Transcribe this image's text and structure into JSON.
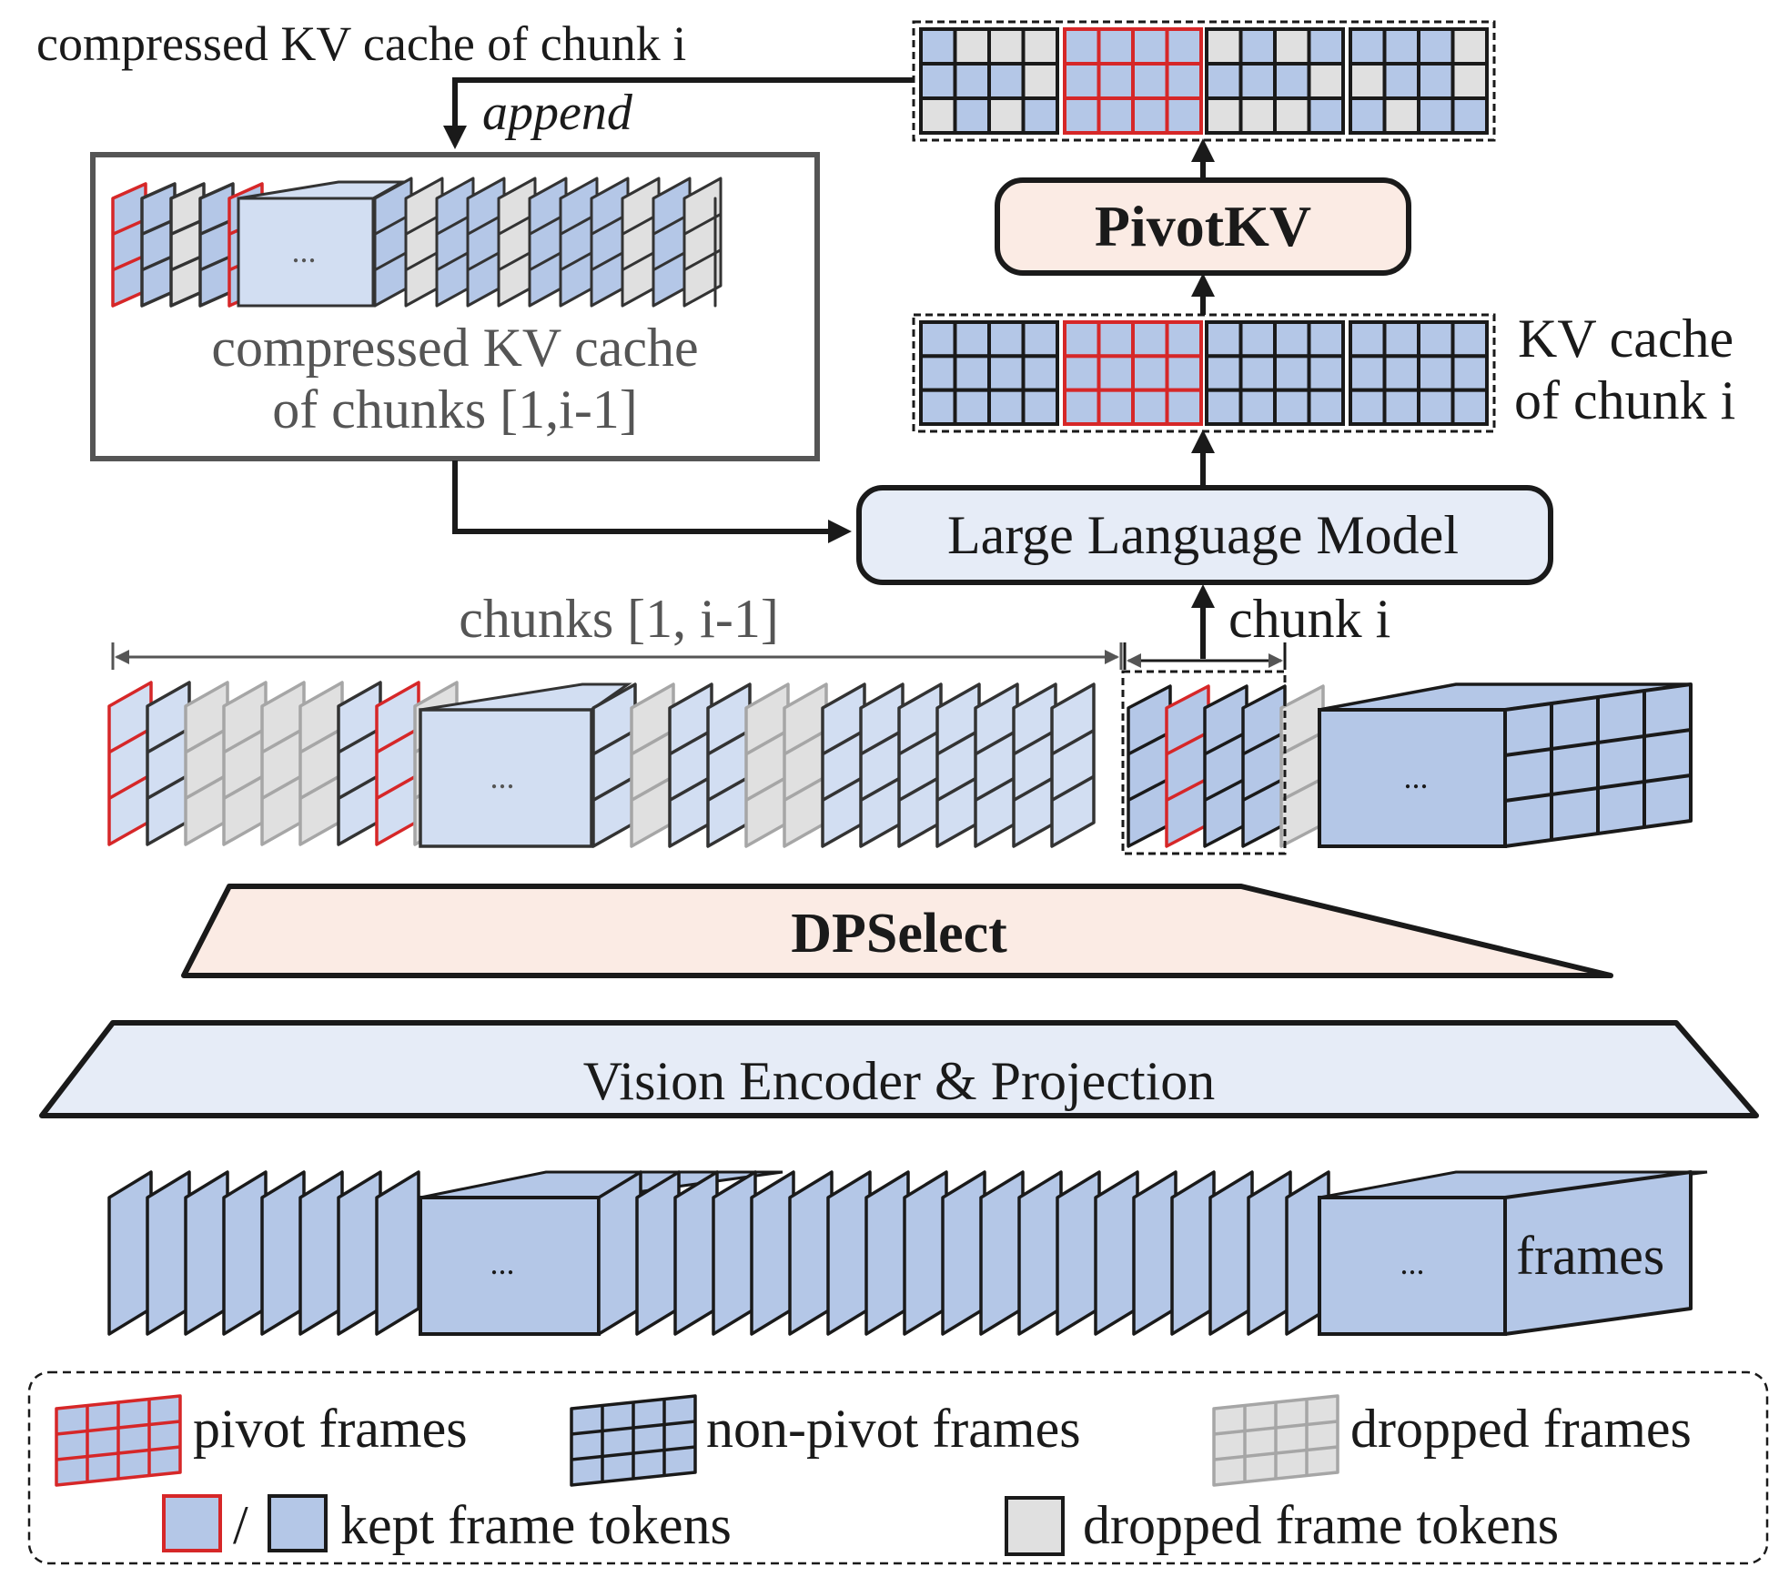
{
  "labels": {
    "compressed_chunk_i": "compressed KV cache of chunk i",
    "append": "append",
    "compressed_prev_line1": "compressed KV cache",
    "compressed_prev_line2": "of chunks [1,i-1]",
    "pivotkv": "PivotKV",
    "kv_cache_line1": "KV cache",
    "kv_cache_line2": "of chunk i",
    "llm": "Large Language Model",
    "chunks_range": "chunks [1, i-1]",
    "chunk_i": "chunk i",
    "dpselect": "DPSelect",
    "vision_encoder": "Vision Encoder & Projection",
    "frames": "frames",
    "ellipsis": "..."
  },
  "legend": {
    "pivot": "pivot frames",
    "non_pivot": "non-pivot frames",
    "dropped": "dropped frames",
    "slash": "/",
    "kept_tokens": "kept frame tokens",
    "dropped_tokens": "dropped frame tokens"
  },
  "colors": {
    "frame_fill": "#b4c7e7",
    "frame_light": "#d2def2",
    "pivot_border": "#d62728",
    "dropped_fill": "#e0e0e0",
    "dropped_border": "#a6a6a6",
    "module_fill": "#fbebe4",
    "llm_fill": "#e6ecf7",
    "ink": "#1a1a1a",
    "gray_text": "#555555"
  }
}
